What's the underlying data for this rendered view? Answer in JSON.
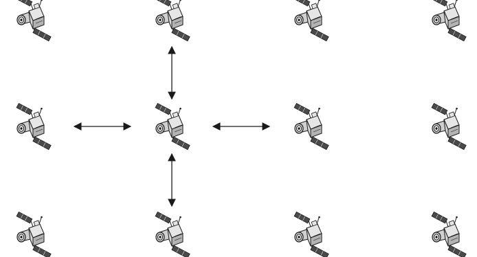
{
  "diagram": {
    "colors": {
      "ink": "#1a1a1a",
      "satellite_body": "#e6e6e6",
      "satellite_shade": "#b3b3b3",
      "solar_panel": "#4a4a4a",
      "lens": "#d0d0d0",
      "background": "#ffffff"
    },
    "grid": {
      "rows": 3,
      "columns": 4
    },
    "satellites": [
      {
        "row": 1,
        "col": 1
      },
      {
        "row": 1,
        "col": 2
      },
      {
        "row": 1,
        "col": 3
      },
      {
        "row": 1,
        "col": 4
      },
      {
        "row": 2,
        "col": 1
      },
      {
        "row": 2,
        "col": 2
      },
      {
        "row": 2,
        "col": 3
      },
      {
        "row": 2,
        "col": 4
      },
      {
        "row": 3,
        "col": 1
      },
      {
        "row": 3,
        "col": 2
      },
      {
        "row": 3,
        "col": 3
      },
      {
        "row": 3,
        "col": 4
      }
    ],
    "links": [
      {
        "from": {
          "row": 2,
          "col": 2
        },
        "to": {
          "row": 1,
          "col": 2
        },
        "type": "bidirectional"
      },
      {
        "from": {
          "row": 2,
          "col": 2
        },
        "to": {
          "row": 3,
          "col": 2
        },
        "type": "bidirectional"
      },
      {
        "from": {
          "row": 2,
          "col": 2
        },
        "to": {
          "row": 2,
          "col": 1
        },
        "type": "bidirectional"
      },
      {
        "from": {
          "row": 2,
          "col": 2
        },
        "to": {
          "row": 2,
          "col": 3
        },
        "type": "bidirectional"
      }
    ],
    "icon": "satellite-icon"
  }
}
